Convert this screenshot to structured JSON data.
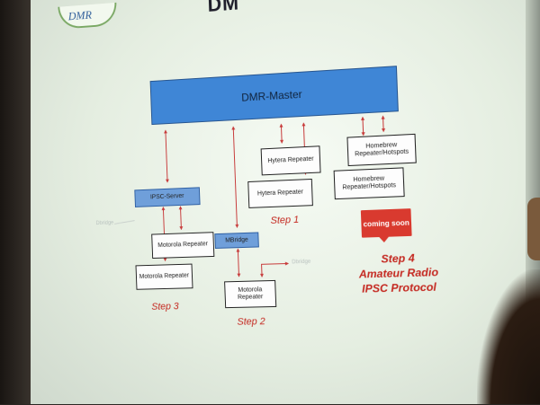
{
  "header": {
    "logo_text": "DMR",
    "title_fragment": "DM"
  },
  "diagram": {
    "master": "DMR-Master",
    "nodes": {
      "ipsc_server": "IPSC-Server",
      "mbridge": "MBridge",
      "motorola_repeater_a": "Motorola Repeater",
      "motorola_repeater_b": "Motorola Repeater",
      "motorola_repeater_c": "Motorola Repeater",
      "hytera_repeater_a": "Hytera Repeater",
      "hytera_repeater_b": "Hytera Repeater",
      "homebrew_a": "Homebrew Repeater/Hotspots",
      "homebrew_b": "Homebrew Repeater/Hotspots"
    },
    "faded_labels": {
      "left": "Dbridge",
      "right": "Dbridge"
    },
    "steps": {
      "step1": "Step 1",
      "step2": "Step 2",
      "step3": "Step 3",
      "step4_line1": "Step 4",
      "step4_line2": "Amateur Radio",
      "step4_line3": "IPSC Protocol"
    },
    "badge": "coming soon"
  },
  "colors": {
    "master_fill": "#3f86d6",
    "node_blue": "#6f9fda",
    "arrow": "#c73a3a",
    "step_text": "#c4271f"
  }
}
